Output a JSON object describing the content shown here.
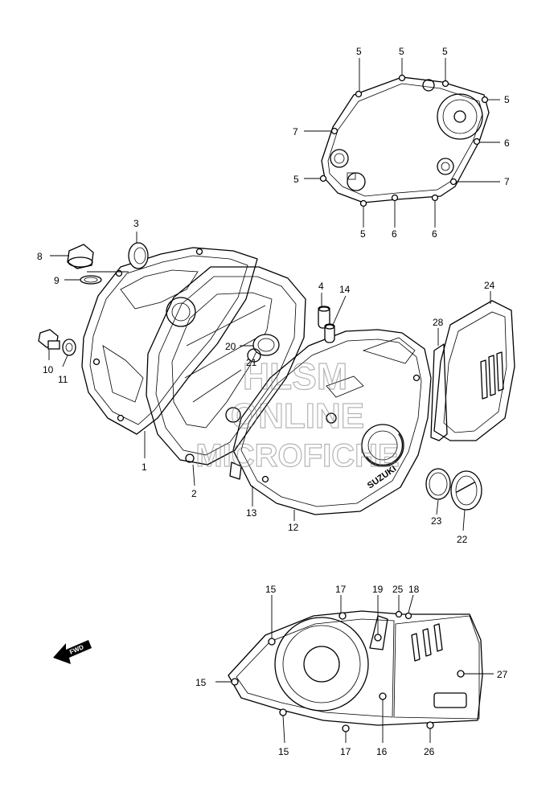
{
  "brand_text": "SUZUKI",
  "direction_label": "FWD",
  "watermark": {
    "line1": "HLSM",
    "line2": "ONLINE",
    "line3": "MICROFICHE"
  },
  "callouts": {
    "c1": "1",
    "c2": "2",
    "c3": "3",
    "c4": "4",
    "c8": "8",
    "c9": "9",
    "c10": "10",
    "c11": "11",
    "c12": "12",
    "c13": "13",
    "c14": "14",
    "c20": "20",
    "c21": "21",
    "c22": "22",
    "c23": "23",
    "c24": "24",
    "c28": "28",
    "t5a": "5",
    "t5b": "5",
    "t5c": "5",
    "t5d": "5",
    "t5e": "5",
    "t5f": "5",
    "t6a": "6",
    "t6b": "6",
    "t6c": "6",
    "t7a": "7",
    "t7b": "7",
    "b15a": "15",
    "b15b": "15",
    "b15c": "15",
    "b16": "16",
    "b17a": "17",
    "b17b": "17",
    "b18": "18",
    "b19": "19",
    "b25": "25",
    "b26": "26",
    "b27": "27"
  }
}
